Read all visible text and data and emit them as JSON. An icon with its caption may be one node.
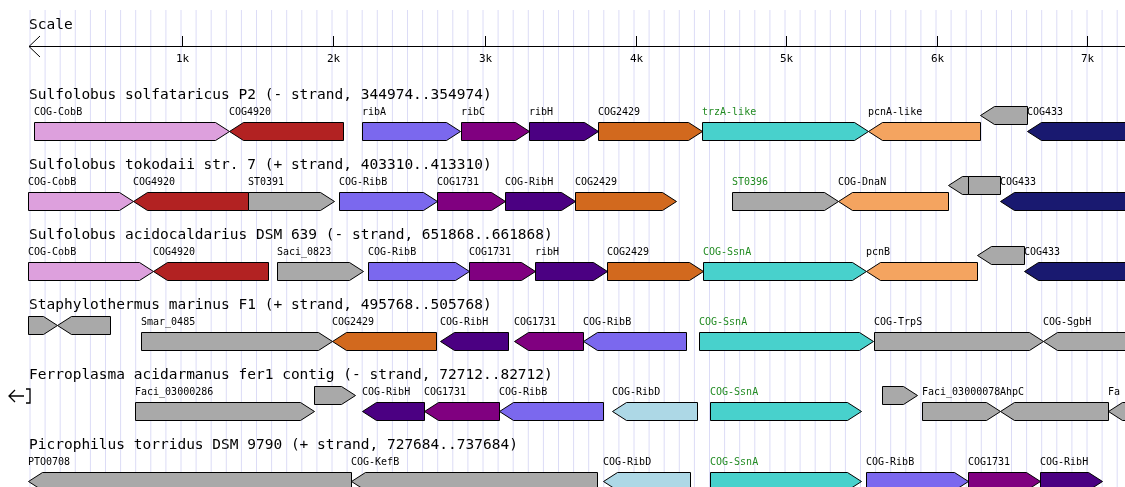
{
  "diagram": {
    "nodes": [
      {
        "text": [
          "COG-CobB"
        ]
      },
      {
        "text": [
          "COG4920"
        ]
      },
      {
        "text": [
          "ribA"
        ]
      },
      {
        "text": [
          "ribC"
        ]
      },
      {
        "text": [
          "ribH"
        ]
      },
      {
        "text": [
          "COG2429"
        ]
      },
      {
        "text": [
          "trzA-like"
        ]
      },
      {
        "text": [
          "pcnA-like"
        ]
      },
      {
        "text": [],
        "shape": "arrow"
      },
      {
        "text": [
          "COG433"
        ]
      },
      {
        "text": [
          "COG-CobB"
        ]
      },
      {
        "text": [
          "COG4920"
        ]
      },
      {
        "text": [
          "ST0391"
        ]
      },
      {
        "text": [
          "COG-RibB"
        ]
      },
      {
        "text": [
          "COG1731"
        ]
      },
      {
        "text": [
          "COG-RibH"
        ]
      },
      {
        "text": [
          "COG2429"
        ]
      },
      {
        "text": [
          "ST0396"
        ]
      },
      {
        "text": [
          "COG-DnaN"
        ]
      },
      {
        "text": [],
        "shape": "arrow"
      },
      {
        "text": [],
        "shape": "box"
      },
      {
        "text": [
          "COG433"
        ]
      },
      {
        "text": [
          "COG-CobB"
        ]
      },
      {
        "text": [
          "COG4920"
        ]
      },
      {
        "text": [
          "Saci_0823"
        ]
      },
      {
        "text": [
          "COG-RibB"
        ]
      },
      {
        "text": [
          "COG1731"
        ]
      },
      {
        "text": [
          "ribH"
        ]
      },
      {
        "text": [
          "COG2429"
        ]
      },
      {
        "text": [
          "COG-SsnA"
        ]
      },
      {
        "text": [
          "pcnB"
        ]
      },
      {
        "text": [],
        "shape": "arrow"
      },
      {
        "text": [
          "COG433"
        ]
      },
      {
        "text": [],
        "shape": "arrow"
      },
      {
        "text": [],
        "shape": "arrow"
      },
      {
        "text": [
          "Smar_0485"
        ]
      },
      {
        "text": [
          "COG2429"
        ]
      },
      {
        "text": [
          "COG-RibH"
        ]
      },
      {
        "text": [
          "COG1731"
        ]
      },
      {
        "text": [
          "COG-RibB"
        ]
      },
      {
        "text": [
          "COG-SsnA"
        ]
      },
      {
        "text": [
          "COG-TrpS"
        ]
      },
      {
        "text": [
          "COG-SgbH"
        ]
      },
      {
        "text": [
          "Faci_03000286"
        ]
      },
      {
        "text": [],
        "shape": "arrow"
      },
      {
        "text": [
          "COG-RibH"
        ]
      },
      {
        "text": [
          "COG1731"
        ]
      },
      {
        "text": [
          "COG-RibB"
        ]
      },
      {
        "text": [
          "COG-RibD"
        ]
      },
      {
        "text": [
          "COG-SsnA"
        ]
      },
      {
        "text": [],
        "shape": "arrow"
      },
      {
        "text": [
          "Faci_03000078"
        ]
      },
      {
        "text": [
          "AhpC"
        ]
      },
      {
        "text": [
          "Fa"
        ]
      },
      {
        "text": [
          "PTO0708"
        ]
      },
      {
        "text": [
          "COG-KefB"
        ]
      },
      {
        "text": [
          "COG-RibD"
        ]
      },
      {
        "text": [
          "COG-SsnA"
        ]
      },
      {
        "text": [
          "COG-RibB"
        ]
      },
      {
        "text": [
          "COG1731"
        ]
      },
      {
        "text": [
          "COG-RibH"
        ]
      }
    ],
    "labels": [
      "Scale",
      "1k",
      "2k",
      "3k",
      "4k",
      "5k",
      "6k",
      "7k",
      "Sulfolobus solfataricus P2 (- strand, 344974..354974)",
      "Sulfolobus tokodaii str. 7 (+ strand, 403310..413310)",
      "Sulfolobus acidocaldarius DSM 639 (- strand, 651868..661868)",
      "Staphylothermus marinus F1 (+ strand, 495768..505768)",
      "Ferroplasma acidarmanus fer1 contig (- strand, 72712..82712)",
      "Picrophilus torridus DSM 9790 (+ strand, 727684..737684)"
    ]
  }
}
